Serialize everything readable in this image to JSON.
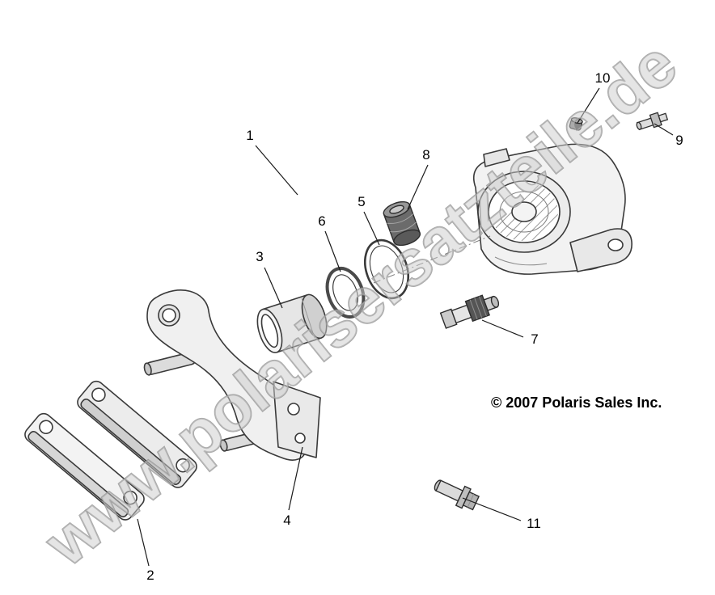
{
  "watermark": "www.polarisersatzteile.de",
  "copyright": "© 2007 Polaris Sales Inc.",
  "callouts": [
    "1",
    "2",
    "3",
    "4",
    "5",
    "6",
    "7",
    "8",
    "9",
    "10",
    "11"
  ]
}
